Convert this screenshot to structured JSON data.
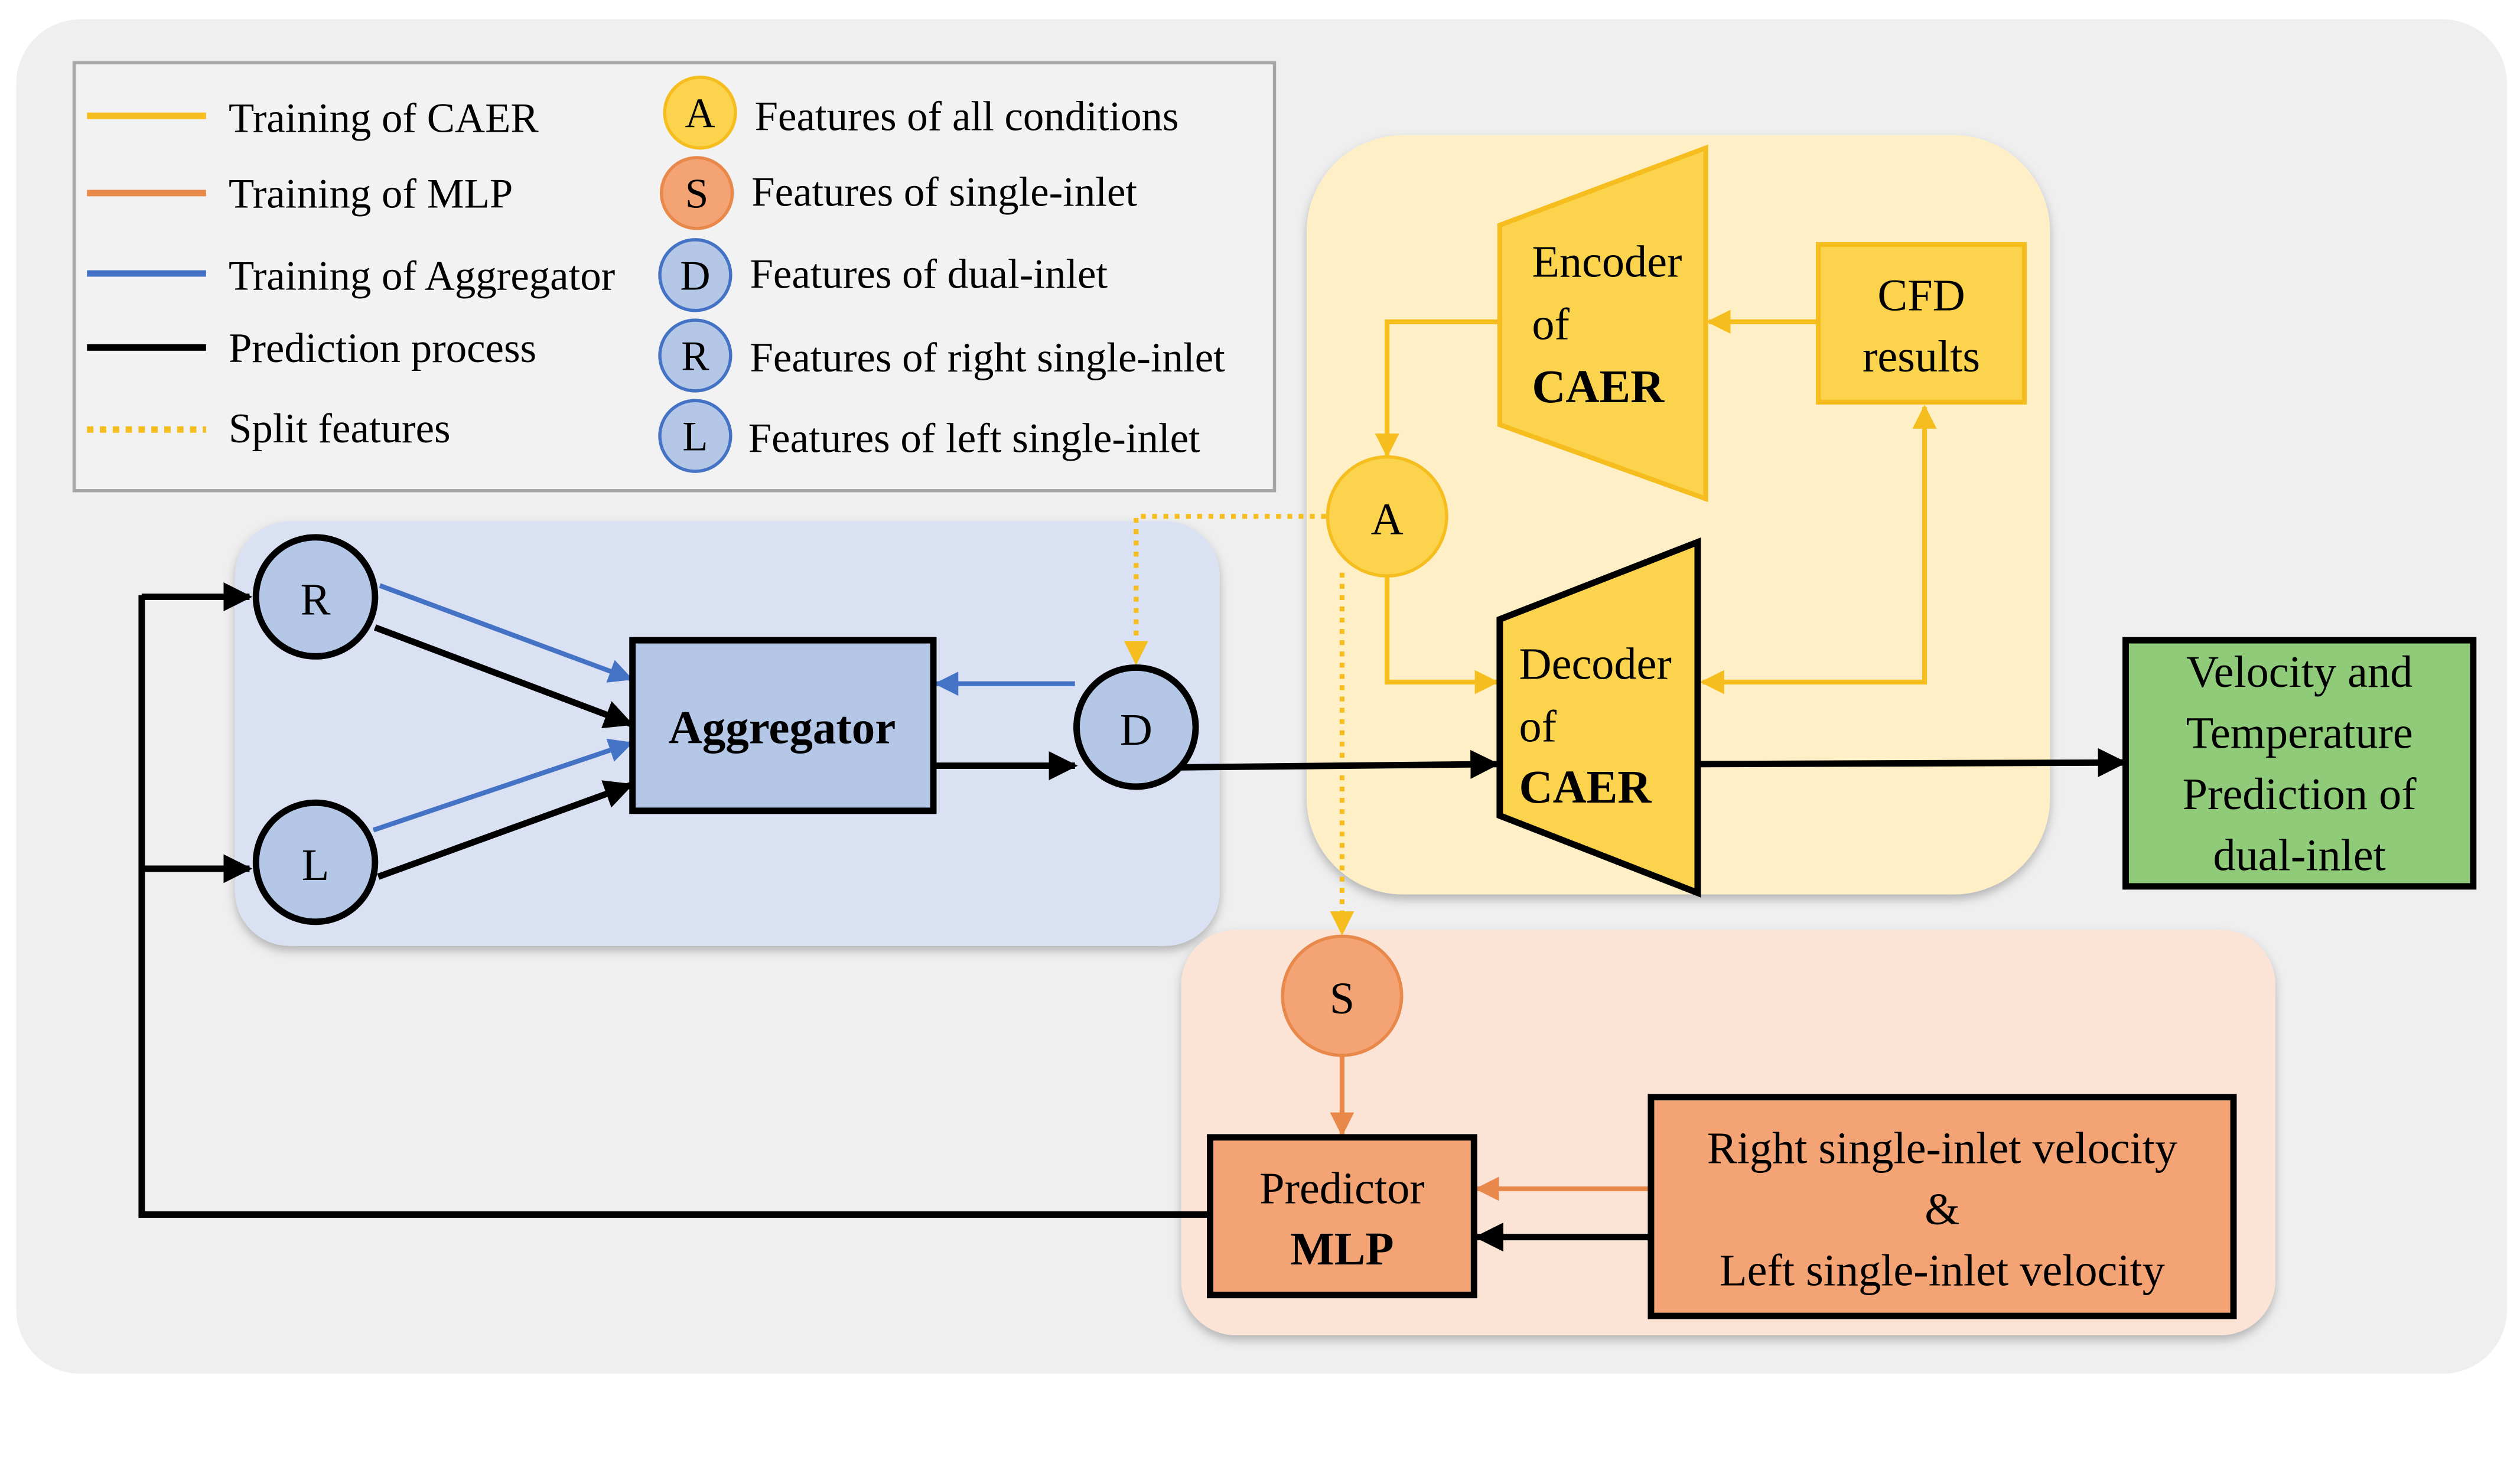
{
  "legend": {
    "lines": [
      {
        "key": "yellow",
        "label": "Training of CAER",
        "color": "#F5BE1E"
      },
      {
        "key": "orange",
        "label": "Training of MLP",
        "color": "#E8884A"
      },
      {
        "key": "blue",
        "label": "Training of Aggregator",
        "color": "#4472C4"
      },
      {
        "key": "black",
        "label": "Prediction process",
        "color": "#000000"
      },
      {
        "key": "dotted",
        "label": "Split features",
        "color": "#F5BE1E"
      }
    ],
    "markers": [
      {
        "letter": "A",
        "label": "Features of all conditions",
        "fill": "#FCD34D",
        "stroke": "#F5BE1E"
      },
      {
        "letter": "S",
        "label": "Features of single-inlet",
        "fill": "#F4A374",
        "stroke": "#E8884A"
      },
      {
        "letter": "D",
        "label": "Features of dual-inlet",
        "fill": "#B4C7E7",
        "stroke": "#4472C4"
      },
      {
        "letter": "R",
        "label": "Features of right single-inlet",
        "fill": "#B4C7E7",
        "stroke": "#4472C4"
      },
      {
        "letter": "L",
        "label": "Features of left single-inlet",
        "fill": "#B4C7E7",
        "stroke": "#4472C4"
      }
    ]
  },
  "nodes": {
    "encoder": {
      "line1": "Encoder",
      "line2": "of",
      "line3": "CAER"
    },
    "decoder": {
      "line1": "Decoder",
      "line2": "of",
      "line3": "CAER"
    },
    "cfd": {
      "line1": "CFD",
      "line2": "results"
    },
    "aggregator": "Aggregator",
    "output": {
      "line1": "Velocity and",
      "line2": "Temperature",
      "line3": "Prediction of",
      "line4": "dual-inlet"
    },
    "predictor": {
      "line1": "Predictor",
      "line2": "MLP"
    },
    "inputs": {
      "line1": "Right single-inlet velocity",
      "line2": "&",
      "line3": "Left single-inlet velocity"
    },
    "circle_a": "A",
    "circle_d": "D",
    "circle_r": "R",
    "circle_l": "L",
    "circle_s": "S"
  },
  "colors": {
    "yellow_region": "#FFEFC6",
    "blue_region": "#D9E1F2",
    "orange_region": "#FBE3D6",
    "background": "#EFEFEF",
    "yellow_node": "#FCD34D",
    "blue_node": "#B4C7E7",
    "orange_node": "#F4A374",
    "green_node": "#8FCB78"
  }
}
